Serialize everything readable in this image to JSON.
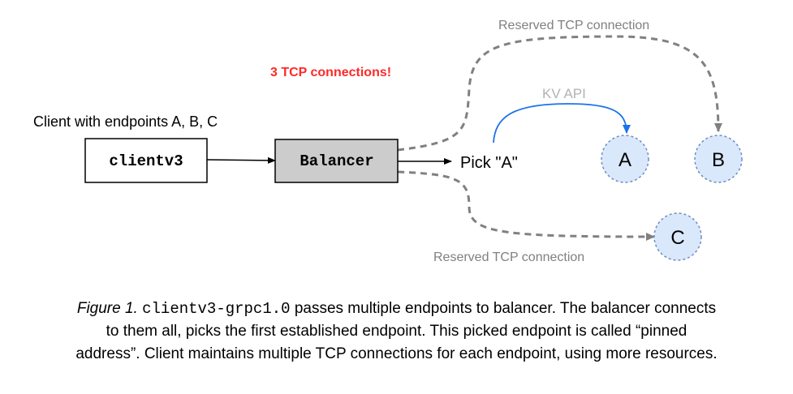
{
  "diagram": {
    "warning_label": "3 TCP connections!",
    "client_label": "Client with endpoints A, B, C",
    "client_box_label": "clientv3",
    "balancer_box_label": "Balancer",
    "pick_label": "Pick \"A\"",
    "kv_api_label": "KV API",
    "reserved_top_label": "Reserved TCP connection",
    "reserved_bottom_label": "Reserved TCP connection",
    "endpoints": [
      "A",
      "B",
      "C"
    ],
    "colors": {
      "warning": "#ff2a2a",
      "balancer_fill": "#cccccc",
      "endpoint_fill": "#dae8fc",
      "endpoint_stroke": "#6c8ebf",
      "kv_arrow": "#1a73e8",
      "reserved_line": "#808080",
      "label_gray": "#808080",
      "kv_label": "#b3b3b3"
    }
  },
  "caption": {
    "figure_label": "Figure 1.",
    "code_name": "clientv3-grpc1.0",
    "line1_rest": " passes multiple endpoints to balancer. The balancer connects",
    "line2": "to them all, picks the first established endpoint. This picked endpoint is called “pinned",
    "line3": "address”. Client maintains multiple TCP connections for each endpoint, using more resources."
  }
}
